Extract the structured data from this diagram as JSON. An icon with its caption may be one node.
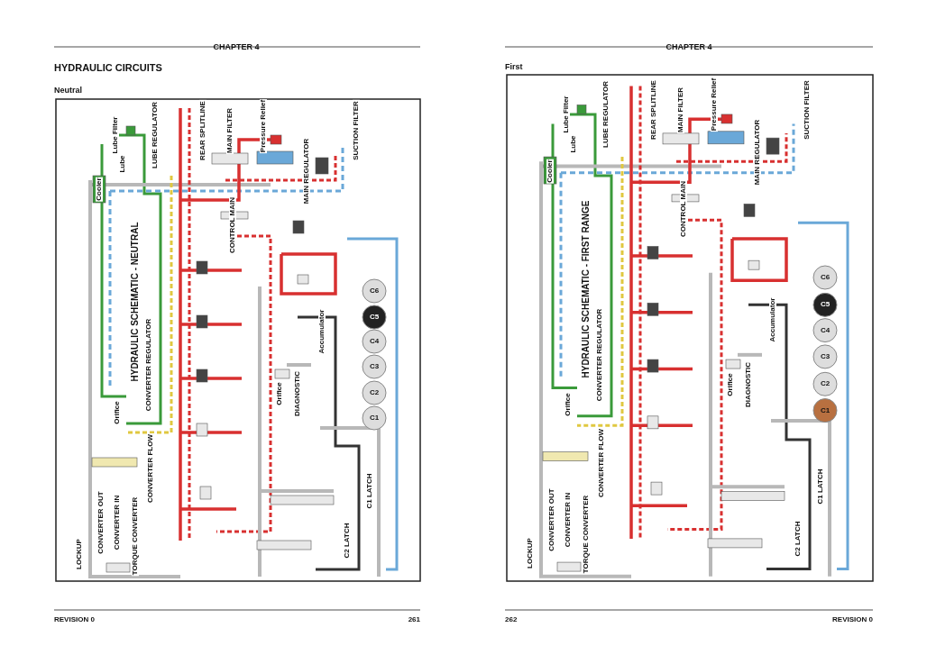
{
  "diagram": {
    "labels": [
      "CHAPTER 4",
      "HYDRAULIC CIRCUITS",
      "Neutral",
      "Lube Filter",
      "Lube",
      "Cooler",
      "LUBE REGULATOR",
      "REAR SPLITLINE",
      "MAIN FILTER",
      "Pressure Relief",
      "SUCTION FILTER",
      "MAIN REGULATOR",
      "CONTROL MAIN",
      "HYDRAULIC SCHEMATIC - NEUTRAL",
      "Accumulator",
      "C6",
      "C5",
      "C4",
      "C3",
      "C2",
      "C1",
      "DIAGNOSTIC",
      "Orifice",
      "CONVERTER REGULATOR",
      "Orifice",
      "CONVERTER FLOW",
      "C1 LATCH",
      "LOCKUP",
      "CONVERTER OUT",
      "CONVERTER IN",
      "TORQUE CONVERTER",
      "C2 LATCH",
      "REVISION 0",
      "261",
      "CHAPTER 4",
      "First",
      "Lube Filter",
      "Lube",
      "Cooler",
      "LUBE REGULATOR",
      "REAR SPLITLINE",
      "MAIN FILTER",
      "Pressure Relief",
      "SUCTION FILTER",
      "MAIN REGULATOR",
      "CONTROL MAIN",
      "HYDRAULIC SCHEMATIC - FIRST RANGE",
      "Accumulator",
      "C6",
      "C5",
      "C4",
      "C3",
      "C2",
      "C1",
      "DIAGNOSTIC",
      "Orifice",
      "CONVERTER REGULATOR",
      "Orifice",
      "CONVERTER FLOW",
      "C1 LATCH",
      "LOCKUP",
      "CONVERTER OUT",
      "CONVERTER IN",
      "TORQUE CONVERTER",
      "C2 LATCH",
      "262",
      "REVISION 0"
    ]
  }
}
